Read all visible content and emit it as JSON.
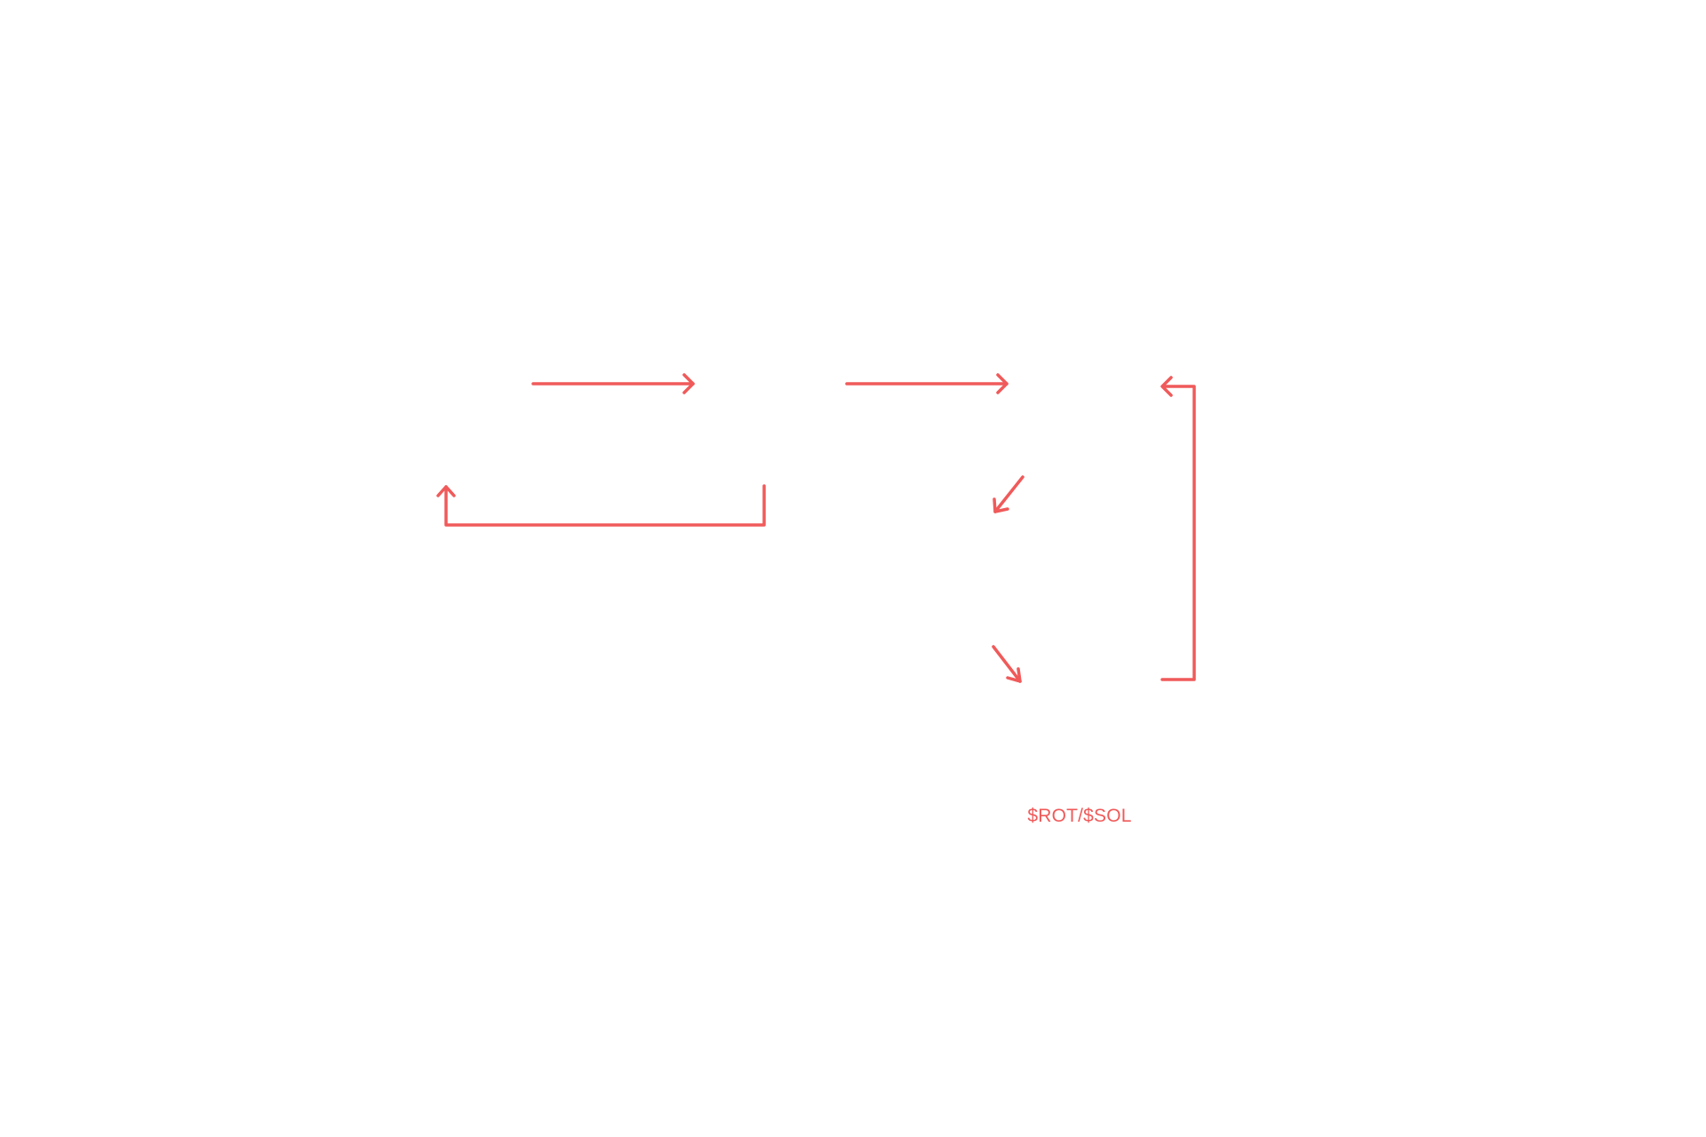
{
  "diagram": {
    "accent_color": "#f05a5a",
    "label": "$ROT/$SOL",
    "arrows": [
      {
        "name": "arrow-right-top-left",
        "icon": "arrow-right-icon"
      },
      {
        "name": "arrow-right-top-middle",
        "icon": "arrow-right-icon"
      },
      {
        "name": "arrow-return-left-bracket",
        "icon": "arrow-up-icon"
      },
      {
        "name": "arrow-diagonal-down-left",
        "icon": "arrow-down-left-icon"
      },
      {
        "name": "arrow-diagonal-down-right",
        "icon": "arrow-down-right-icon"
      },
      {
        "name": "arrow-return-right-bracket",
        "icon": "arrow-left-icon"
      }
    ]
  }
}
